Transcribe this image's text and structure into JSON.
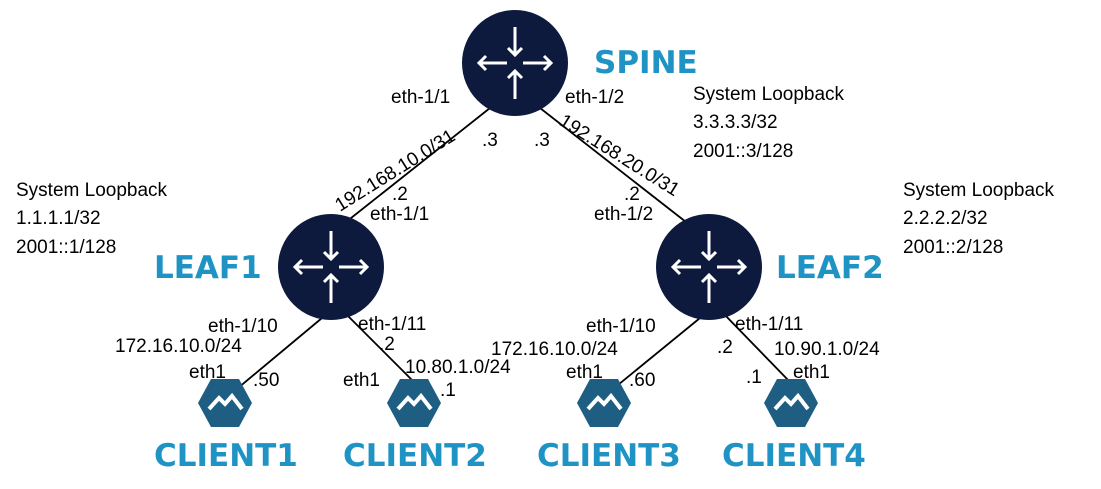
{
  "nodes": {
    "spine": {
      "name": "SPINE",
      "loopback": {
        "title": "System Loopback",
        "ipv4": "3.3.3.3/32",
        "ipv6": "2001::3/128"
      }
    },
    "leaf1": {
      "name": "LEAF1",
      "loopback": {
        "title": "System Loopback",
        "ipv4": "1.1.1.1/32",
        "ipv6": "2001::1/128"
      }
    },
    "leaf2": {
      "name": "LEAF2",
      "loopback": {
        "title": "System Loopback",
        "ipv4": "2.2.2.2/32",
        "ipv6": "2001::2/128"
      }
    },
    "client1": {
      "name": "CLIENT1"
    },
    "client2": {
      "name": "CLIENT2"
    },
    "client3": {
      "name": "CLIENT3"
    },
    "client4": {
      "name": "CLIENT4"
    }
  },
  "links": {
    "spine_leaf1": {
      "spine_if": "eth-1/1",
      "spine_ip": ".3",
      "subnet": "192.168.10.0/31",
      "leaf_ip": ".2",
      "leaf_if": "eth-1/1"
    },
    "spine_leaf2": {
      "spine_if": "eth-1/2",
      "spine_ip": ".3",
      "subnet": "192.168.20.0/31",
      "leaf_ip": ".2",
      "leaf_if": "eth-1/2"
    },
    "leaf1_client1": {
      "leaf_if": "eth-1/10",
      "subnet": "172.16.10.0/24",
      "client_if": "eth1",
      "client_ip": ".50"
    },
    "leaf1_client2": {
      "leaf_if": "eth-1/11",
      "leaf_ip": ".2",
      "subnet": "10.80.1.0/24",
      "client_if": "eth1",
      "client_ip": ".1"
    },
    "leaf2_client3": {
      "leaf_if": "eth-1/10",
      "subnet": "172.16.10.0/24",
      "client_if": "eth1",
      "client_ip": ".60"
    },
    "leaf2_client4": {
      "leaf_if": "eth-1/11",
      "leaf_ip": ".2",
      "subnet": "10.90.1.0/24",
      "client_if": "eth1",
      "client_ip": ".1"
    }
  },
  "icons": {
    "router": "router-icon",
    "client": "client-host-icon"
  },
  "colors": {
    "router_fill": "#0d1a3d",
    "label_accent": "#1f93c4",
    "client_fill": "#1e5e83"
  }
}
